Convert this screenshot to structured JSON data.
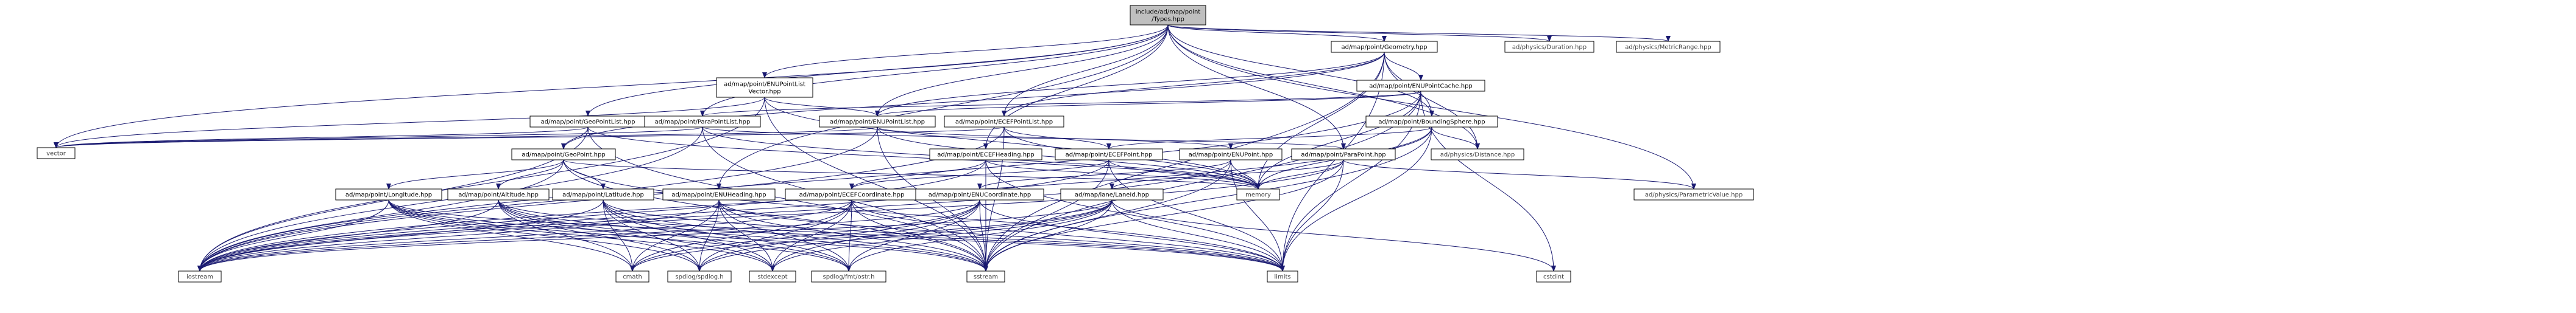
{
  "diagram": {
    "nodes": [
      {
        "id": "types",
        "lines": [
          "include/ad/map/point",
          "/Types.hpp"
        ],
        "root": true
      },
      {
        "id": "geometry",
        "lines": [
          "ad/map/point/Geometry.hpp"
        ]
      },
      {
        "id": "duration",
        "lines": [
          "ad/physics/Duration.hpp"
        ],
        "leaf": true
      },
      {
        "id": "metricrange",
        "lines": [
          "ad/physics/MetricRange.hpp"
        ],
        "leaf": true
      },
      {
        "id": "enupointlistvector",
        "lines": [
          "ad/map/point/ENUPointList",
          "Vector.hpp"
        ]
      },
      {
        "id": "enupointcache",
        "lines": [
          "ad/map/point/ENUPointCache.hpp"
        ]
      },
      {
        "id": "geopointlist",
        "lines": [
          "ad/map/point/GeoPointList.hpp"
        ]
      },
      {
        "id": "parapointlist",
        "lines": [
          "ad/map/point/ParaPointList.hpp"
        ]
      },
      {
        "id": "enupointlist",
        "lines": [
          "ad/map/point/ENUPointList.hpp"
        ]
      },
      {
        "id": "ecefpointlist",
        "lines": [
          "ad/map/point/ECEFPointList.hpp"
        ]
      },
      {
        "id": "boundingsphere",
        "lines": [
          "ad/map/point/BoundingSphere.hpp"
        ]
      },
      {
        "id": "vector",
        "lines": [
          "vector"
        ],
        "leaf": true
      },
      {
        "id": "geopoint",
        "lines": [
          "ad/map/point/GeoPoint.hpp"
        ]
      },
      {
        "id": "ecefheading",
        "lines": [
          "ad/map/point/ECEFHeading.hpp"
        ]
      },
      {
        "id": "ecefpoint",
        "lines": [
          "ad/map/point/ECEFPoint.hpp"
        ]
      },
      {
        "id": "enupoint",
        "lines": [
          "ad/map/point/ENUPoint.hpp"
        ]
      },
      {
        "id": "parapoint",
        "lines": [
          "ad/map/point/ParaPoint.hpp"
        ]
      },
      {
        "id": "distance",
        "lines": [
          "ad/physics/Distance.hpp"
        ],
        "leaf": true
      },
      {
        "id": "longitude",
        "lines": [
          "ad/map/point/Longitude.hpp"
        ]
      },
      {
        "id": "altitude",
        "lines": [
          "ad/map/point/Altitude.hpp"
        ]
      },
      {
        "id": "latitude",
        "lines": [
          "ad/map/point/Latitude.hpp"
        ]
      },
      {
        "id": "enuheading",
        "lines": [
          "ad/map/point/ENUHeading.hpp"
        ]
      },
      {
        "id": "ecefcoordinate",
        "lines": [
          "ad/map/point/ECEFCoordinate.hpp"
        ]
      },
      {
        "id": "enucoordinate",
        "lines": [
          "ad/map/point/ENUCoordinate.hpp"
        ]
      },
      {
        "id": "laneid",
        "lines": [
          "ad/map/lane/LaneId.hpp"
        ]
      },
      {
        "id": "memory",
        "lines": [
          "memory"
        ],
        "leaf": true
      },
      {
        "id": "parametricvalue",
        "lines": [
          "ad/physics/ParametricValue.hpp"
        ],
        "leaf": true
      },
      {
        "id": "iostream",
        "lines": [
          "iostream"
        ],
        "leaf": true
      },
      {
        "id": "cmath",
        "lines": [
          "cmath"
        ],
        "leaf": true
      },
      {
        "id": "spdlog",
        "lines": [
          "spdlog/spdlog.h"
        ],
        "leaf": true
      },
      {
        "id": "stdexcept",
        "lines": [
          "stdexcept"
        ],
        "leaf": true
      },
      {
        "id": "fmt",
        "lines": [
          "spdlog/fmt/ostr.h"
        ],
        "leaf": true
      },
      {
        "id": "sstream",
        "lines": [
          "sstream"
        ],
        "leaf": true
      },
      {
        "id": "limits",
        "lines": [
          "limits"
        ],
        "leaf": true
      },
      {
        "id": "cstdint",
        "lines": [
          "cstdint"
        ],
        "leaf": true
      }
    ],
    "edges": [
      [
        "types",
        "geometry"
      ],
      [
        "types",
        "duration"
      ],
      [
        "types",
        "metricrange"
      ],
      [
        "types",
        "enupointlistvector"
      ],
      [
        "types",
        "geopointlist"
      ],
      [
        "types",
        "parapointlist"
      ],
      [
        "types",
        "enupointlist"
      ],
      [
        "types",
        "ecefpointlist"
      ],
      [
        "types",
        "boundingsphere"
      ],
      [
        "types",
        "ecefheading"
      ],
      [
        "types",
        "parapoint"
      ],
      [
        "types",
        "distance"
      ],
      [
        "types",
        "enuheading"
      ],
      [
        "types",
        "parametricvalue"
      ],
      [
        "types",
        "vector"
      ],
      [
        "geometry",
        "enupointcache"
      ],
      [
        "geometry",
        "boundingsphere"
      ],
      [
        "geometry",
        "ecefpointlist"
      ],
      [
        "geometry",
        "enupointlist"
      ],
      [
        "geometry",
        "distance"
      ],
      [
        "geometry",
        "memory"
      ],
      [
        "geometry",
        "sstream"
      ],
      [
        "geometry",
        "limits"
      ],
      [
        "geometry",
        "geopoint"
      ],
      [
        "enupointlistvector",
        "enupointlist"
      ],
      [
        "enupointlistvector",
        "vector"
      ],
      [
        "enupointlistvector",
        "iostream"
      ],
      [
        "enupointlistvector",
        "sstream"
      ],
      [
        "enupointlistvector",
        "memory"
      ],
      [
        "enupointcache",
        "enupointlist"
      ],
      [
        "enupointcache",
        "parapointlist"
      ],
      [
        "enupointcache",
        "memory"
      ],
      [
        "enupointcache",
        "sstream"
      ],
      [
        "enupointcache",
        "limits"
      ],
      [
        "enupointcache",
        "cstdint"
      ],
      [
        "enupointcache",
        "iostream"
      ],
      [
        "geopointlist",
        "geopoint"
      ],
      [
        "geopointlist",
        "vector"
      ],
      [
        "geopointlist",
        "iostream"
      ],
      [
        "geopointlist",
        "sstream"
      ],
      [
        "geopointlist",
        "memory"
      ],
      [
        "parapointlist",
        "parapoint"
      ],
      [
        "parapointlist",
        "vector"
      ],
      [
        "parapointlist",
        "iostream"
      ],
      [
        "parapointlist",
        "sstream"
      ],
      [
        "parapointlist",
        "memory"
      ],
      [
        "enupointlist",
        "enupoint"
      ],
      [
        "enupointlist",
        "vector"
      ],
      [
        "enupointlist",
        "iostream"
      ],
      [
        "enupointlist",
        "sstream"
      ],
      [
        "enupointlist",
        "memory"
      ],
      [
        "ecefpointlist",
        "ecefpoint"
      ],
      [
        "ecefpointlist",
        "vector"
      ],
      [
        "ecefpointlist",
        "iostream"
      ],
      [
        "ecefpointlist",
        "sstream"
      ],
      [
        "ecefpointlist",
        "memory"
      ],
      [
        "boundingsphere",
        "ecefpoint"
      ],
      [
        "boundingsphere",
        "distance"
      ],
      [
        "boundingsphere",
        "memory"
      ],
      [
        "boundingsphere",
        "sstream"
      ],
      [
        "boundingsphere",
        "limits"
      ],
      [
        "boundingsphere",
        "iostream"
      ],
      [
        "geopoint",
        "longitude"
      ],
      [
        "geopoint",
        "latitude"
      ],
      [
        "geopoint",
        "altitude"
      ],
      [
        "geopoint",
        "iostream"
      ],
      [
        "geopoint",
        "sstream"
      ],
      [
        "geopoint",
        "limits"
      ],
      [
        "geopoint",
        "memory"
      ],
      [
        "ecefheading",
        "ecefcoordinate"
      ],
      [
        "ecefheading",
        "iostream"
      ],
      [
        "ecefheading",
        "sstream"
      ],
      [
        "ecefheading",
        "limits"
      ],
      [
        "ecefheading",
        "memory"
      ],
      [
        "ecefpoint",
        "ecefcoordinate"
      ],
      [
        "ecefpoint",
        "iostream"
      ],
      [
        "ecefpoint",
        "sstream"
      ],
      [
        "ecefpoint",
        "limits"
      ],
      [
        "ecefpoint",
        "memory"
      ],
      [
        "enupoint",
        "enucoordinate"
      ],
      [
        "enupoint",
        "iostream"
      ],
      [
        "enupoint",
        "sstream"
      ],
      [
        "enupoint",
        "limits"
      ],
      [
        "enupoint",
        "memory"
      ],
      [
        "parapoint",
        "laneid"
      ],
      [
        "parapoint",
        "parametricvalue"
      ],
      [
        "parapoint",
        "iostream"
      ],
      [
        "parapoint",
        "sstream"
      ],
      [
        "parapoint",
        "limits"
      ],
      [
        "parapoint",
        "memory"
      ],
      [
        "longitude",
        "iostream"
      ],
      [
        "longitude",
        "cmath"
      ],
      [
        "longitude",
        "spdlog"
      ],
      [
        "longitude",
        "stdexcept"
      ],
      [
        "longitude",
        "fmt"
      ],
      [
        "longitude",
        "sstream"
      ],
      [
        "longitude",
        "limits"
      ],
      [
        "altitude",
        "iostream"
      ],
      [
        "altitude",
        "cmath"
      ],
      [
        "altitude",
        "spdlog"
      ],
      [
        "altitude",
        "stdexcept"
      ],
      [
        "altitude",
        "fmt"
      ],
      [
        "altitude",
        "sstream"
      ],
      [
        "altitude",
        "limits"
      ],
      [
        "latitude",
        "iostream"
      ],
      [
        "latitude",
        "cmath"
      ],
      [
        "latitude",
        "spdlog"
      ],
      [
        "latitude",
        "stdexcept"
      ],
      [
        "latitude",
        "fmt"
      ],
      [
        "latitude",
        "sstream"
      ],
      [
        "latitude",
        "limits"
      ],
      [
        "enuheading",
        "iostream"
      ],
      [
        "enuheading",
        "cmath"
      ],
      [
        "enuheading",
        "spdlog"
      ],
      [
        "enuheading",
        "stdexcept"
      ],
      [
        "enuheading",
        "fmt"
      ],
      [
        "enuheading",
        "sstream"
      ],
      [
        "enuheading",
        "limits"
      ],
      [
        "ecefcoordinate",
        "iostream"
      ],
      [
        "ecefcoordinate",
        "cmath"
      ],
      [
        "ecefcoordinate",
        "spdlog"
      ],
      [
        "ecefcoordinate",
        "stdexcept"
      ],
      [
        "ecefcoordinate",
        "fmt"
      ],
      [
        "ecefcoordinate",
        "sstream"
      ],
      [
        "ecefcoordinate",
        "limits"
      ],
      [
        "enucoordinate",
        "iostream"
      ],
      [
        "enucoordinate",
        "cmath"
      ],
      [
        "enucoordinate",
        "spdlog"
      ],
      [
        "enucoordinate",
        "stdexcept"
      ],
      [
        "enucoordinate",
        "fmt"
      ],
      [
        "enucoordinate",
        "sstream"
      ],
      [
        "enucoordinate",
        "limits"
      ],
      [
        "laneid",
        "iostream"
      ],
      [
        "laneid",
        "cmath"
      ],
      [
        "laneid",
        "spdlog"
      ],
      [
        "laneid",
        "stdexcept"
      ],
      [
        "laneid",
        "fmt"
      ],
      [
        "laneid",
        "sstream"
      ],
      [
        "laneid",
        "limits"
      ],
      [
        "laneid",
        "cstdint"
      ]
    ]
  },
  "colors": {
    "root_fill": "#bfbfbf",
    "node_fill": "#ffffff",
    "edge": "#191970",
    "border": "#000000",
    "leaf_border": "#bfbfbf"
  }
}
